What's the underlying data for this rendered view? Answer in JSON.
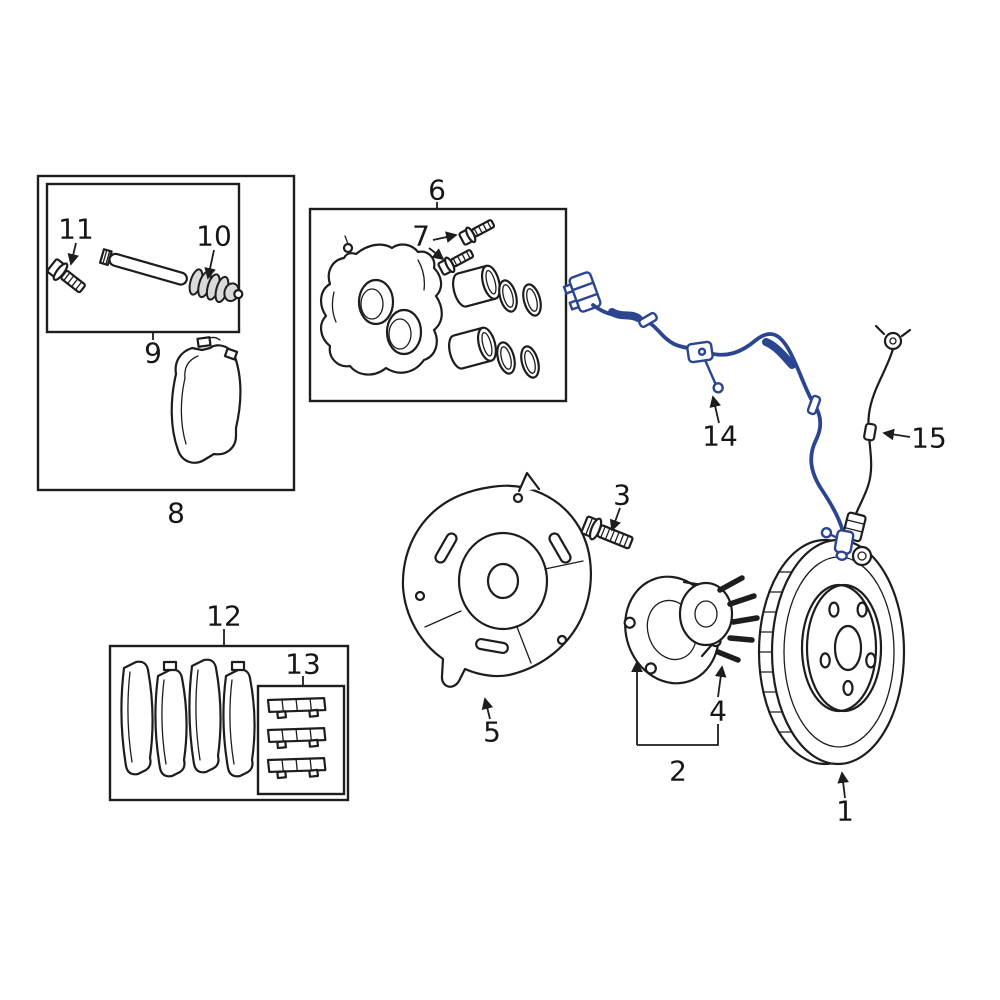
{
  "diagram": {
    "kind": "exploded-parts-line-diagram",
    "background": "#ffffff",
    "colors": {
      "line": "#1d1d1f",
      "sensor_accent": "#2b4590"
    },
    "callouts": {
      "1": "1",
      "2": "2",
      "3": "3",
      "4": "4",
      "5": "5",
      "6": "6",
      "7": "7",
      "8": "8",
      "9": "9",
      "10": "10",
      "11": "11",
      "12": "12",
      "13": "13",
      "14": "14",
      "15": "15"
    }
  }
}
